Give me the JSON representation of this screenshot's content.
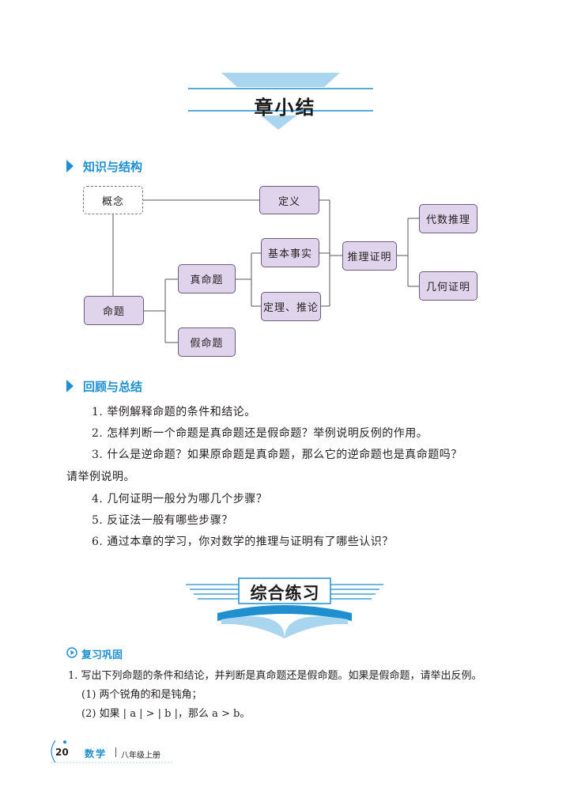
{
  "chapter_summary": {
    "title": "章小结"
  },
  "section1": {
    "title": "知识与结构"
  },
  "concept_map": {
    "concept": "概念",
    "proposition": "命题",
    "true_prop": "真命题",
    "false_prop": "假命题",
    "definition": "定义",
    "basic_fact": "基本事实",
    "theorem": "定理、推论",
    "reasoning": "推理证明",
    "algebra": "代数推理",
    "geometry": "几何证明"
  },
  "section2": {
    "title": "回顾与总结",
    "q1": "1. 举例解释命题的条件和结论。",
    "q2": "2. 怎样判断一个命题是真命题还是假命题？举例说明反例的作用。",
    "q3a": "3. 什么是逆命题？如果原命题是真命题，那么它的逆命题也是真命题吗？",
    "q3b": "请举例说明。",
    "q4": "4. 几何证明一般分为哪几个步骤？",
    "q5": "5. 反证法一般有哪些步骤？",
    "q6": "6. 通过本章的学习，你对数学的推理与证明有了哪些认识？"
  },
  "practice": {
    "title": "综合练习"
  },
  "review": {
    "title": "复习巩固",
    "ex1": "1. 写出下列命题的条件和结论，并判断是真命题还是假命题。如果是假命题，请举出反例。",
    "ex1_1": "(1) 两个锐角的和是钝角；",
    "ex1_2": "(2) 如果 | a | > | b |，那么 a > b。"
  },
  "footer": {
    "page": "20",
    "subject": "数学",
    "grade": "八年级上册"
  },
  "colors": {
    "accent": "#1f8fd0",
    "box_fill": "#e0d4ec",
    "box_border": "#6c5a80",
    "banner": "#a9d5ef"
  }
}
